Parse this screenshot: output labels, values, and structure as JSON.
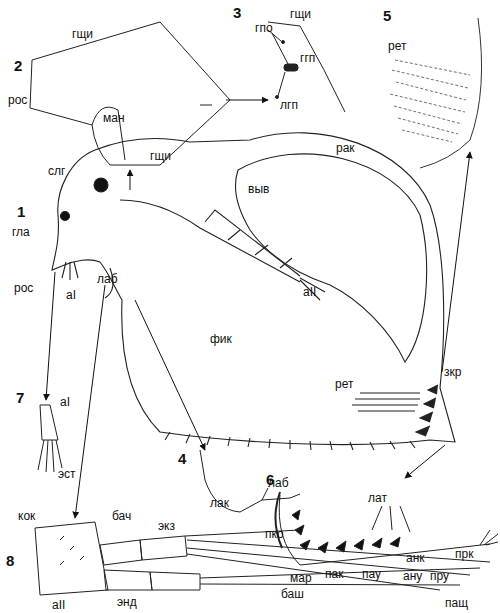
{
  "diagram": {
    "labels": [
      "2",
      "гщи",
      "рос",
      "ман",
      "3",
      "гщи",
      "гпо",
      "ггп",
      "лгп",
      "5",
      "рет",
      "рак",
      "гщи",
      "выв",
      "слг",
      "1",
      "гла",
      "рос",
      "аI",
      "лаб",
      "аII",
      "фик",
      "рет",
      "зкр",
      "7",
      "аI",
      "эст",
      "4",
      "лаб",
      "лак",
      "6",
      "лат",
      "пко",
      "кок",
      "бач",
      "экз",
      "8",
      "анк",
      "прк",
      "мар",
      "пак",
      "пау",
      "ану",
      "пру",
      "баш",
      "пащ",
      "аII",
      "энд"
    ]
  }
}
